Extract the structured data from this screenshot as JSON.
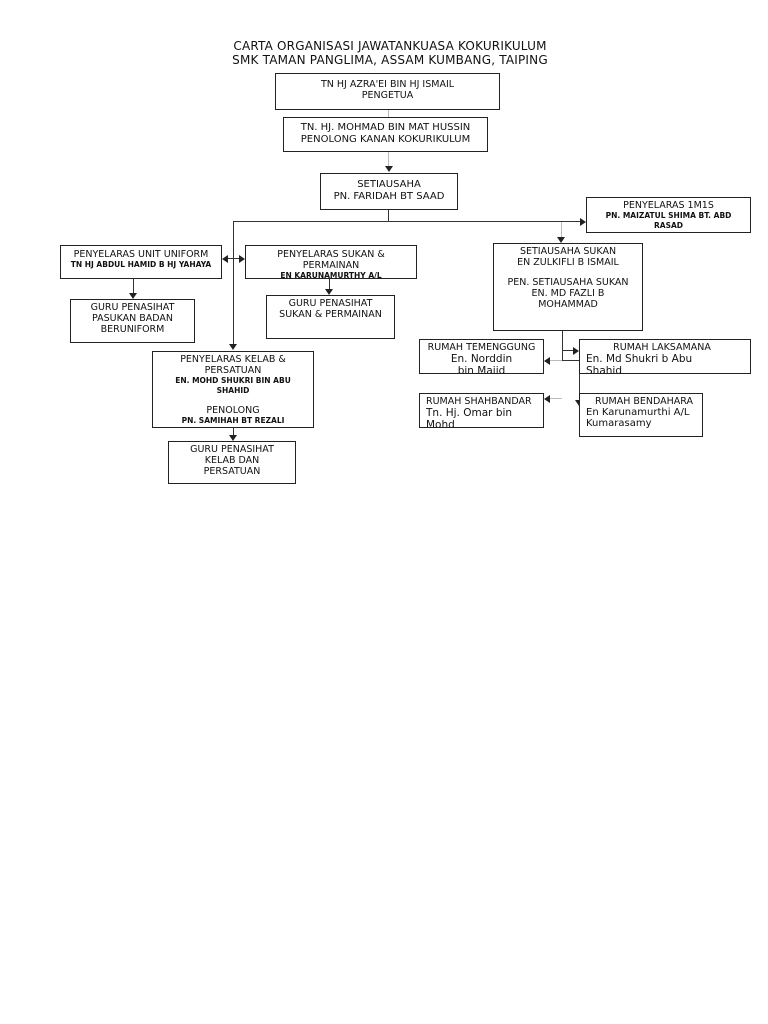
{
  "title": {
    "line1": "CARTA ORGANISASI JAWATANKUASA KOKURIKULUM",
    "line2": "SMK TAMAN PANGLIMA, ASSAM KUMBANG, TAIPING"
  },
  "boxes": {
    "pengetua": {
      "name": "TN HJ AZRA'EI BIN HJ ISMAIL",
      "role": "PENGETUA"
    },
    "pk_koku": {
      "name": "TN. HJ. MOHMAD BIN MAT HUSSIN",
      "role": "PENOLONG KANAN KOKURIKULUM"
    },
    "setiausaha": {
      "role": "SETIAUSAHA",
      "name": "PN. FARIDAH BT SAAD"
    },
    "penyelaras_1m1s": {
      "role": "PENYELARAS 1M1S",
      "name": "PN. MAIZATUL SHIMA BT. ABD RASAD"
    },
    "penyelaras_uniform": {
      "role": "PENYELARAS UNIT UNIFORM",
      "name": "TN HJ ABDUL HAMID B HJ YAHAYA"
    },
    "penyelaras_sukan": {
      "role": "PENYELARAS SUKAN & PERMAINAN",
      "name": "EN KARUNAMURTHY A/L"
    },
    "guru_uniform": {
      "text": "GURU PENASIHAT PASUKAN BADAN BERUNIFORM"
    },
    "guru_sukan": {
      "text": "GURU PENASIHAT SUKAN & PERMAINAN"
    },
    "penyelaras_kelab": {
      "role": "PENYELARAS KELAB & PERSATUAN",
      "name": "EN. MOHD SHUKRI BIN ABU SHAHID",
      "role2": "PENOLONG",
      "name2": "PN. SAMIHAH BT REZALI"
    },
    "guru_kelab": {
      "text": "GURU PENASIHAT KELAB DAN PERSATUAN"
    },
    "setiausaha_sukan": {
      "role": "SETIAUSAHA SUKAN",
      "name": "EN ZULKIFLI B ISMAIL",
      "role2": "PEN. SETIAUSAHA SUKAN",
      "name2": "EN. MD FAZLI B MOHAMMAD"
    },
    "rumah_temenggung": {
      "house": "RUMAH TEMENGGUNG",
      "name": "En. Norddin bin Majid"
    },
    "rumah_laksamana": {
      "house": "RUMAH LAKSAMANA",
      "name": "En. Md Shukri b Abu Shahid"
    },
    "rumah_shahbandar": {
      "house": "RUMAH  SHAHBANDAR",
      "name": "Tn. Hj. Omar bin Mohd"
    },
    "rumah_bendahara": {
      "house": "RUMAH BENDAHARA",
      "name": "En Karunamurthi A/L Kumarasamy"
    }
  }
}
